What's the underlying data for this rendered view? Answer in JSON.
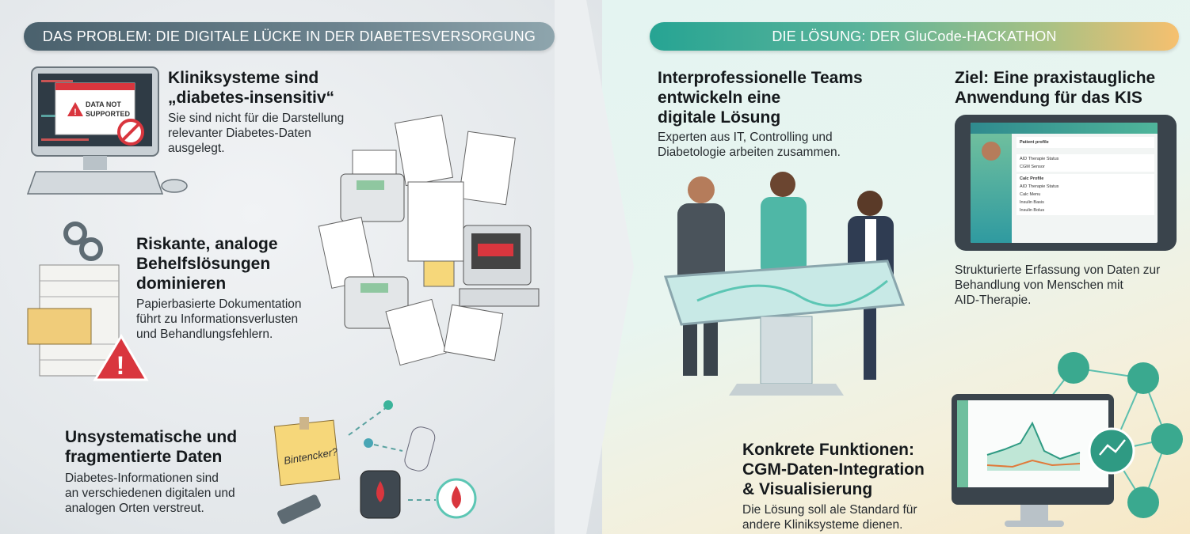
{
  "problem": {
    "header": "DAS PROBLEM: DIE DIGITALE LÜCKE IN DER DIABETESVERSORGUNG",
    "items": [
      {
        "title_line1": "Kliniksysteme sind",
        "title_line2": "„diabetes-insensitiv“",
        "body_line1": "Sie sind nicht für die Darstellung",
        "body_line2": "relevanter Diabetes-Daten",
        "body_line3": "ausgelegt."
      },
      {
        "title_line1": "Riskante, analoge",
        "title_line2": "Behelfslösungen",
        "title_line3": "dominieren",
        "body_line1": "Papierbasierte Dokumentation",
        "body_line2": "führt zu Informationsverlusten",
        "body_line3": "und Behandlungsfehlern."
      },
      {
        "title_line1": "Unsystematische und",
        "title_line2": "fragmentierte Daten",
        "body_line1": "Diabetes-Informationen sind",
        "body_line2": "an verschiedenen digitalen und",
        "body_line3": "analogen Orten verstreut."
      }
    ],
    "illustrations": {
      "monitor_warning_line1": "DATA NOT",
      "monitor_warning_line2": "SUPPORTED",
      "sticky_note": "Bintencker?"
    }
  },
  "solution": {
    "header": "DIE LÖSUNG: DER GluCode-HACKATHON",
    "teams": {
      "title_line1": "Interprofessionelle Teams",
      "title_line2": "entwickeln eine",
      "title_line3": "digitale Lösung",
      "body_line1": "Experten aus IT, Controlling und",
      "body_line2": "Diabetologie arbeiten zusammen."
    },
    "goal": {
      "title_line1": "Ziel: Eine praxistaugliche",
      "title_line2": "Anwendung für das KIS",
      "body_line1": "Strukturierte Erfassung von Daten zur",
      "body_line2": "Behandlung von Menschen mit",
      "body_line3": "AID-Therapie."
    },
    "functions": {
      "title_line1": "Konkrete Funktionen:",
      "title_line2": "CGM-Daten-Integration",
      "title_line3": "& Visualisierung",
      "body_line1": "Die Lösung soll ale Standard für",
      "body_line2": "andere Kliniksysteme dienen."
    },
    "tablet": {
      "section1": "Patient profile",
      "row1": "AID Therapie Status",
      "row2": "CGM Sensor",
      "section2": "Calc Profile",
      "row3": "AID Therapie Status",
      "row4": "Calc Menu",
      "row5": "Insulin Basis",
      "row6": "Insulin Bolus"
    }
  },
  "colors": {
    "teal": "#26a493",
    "slate": "#4a616d",
    "amber": "#f6c06f",
    "red": "#d9363e"
  }
}
